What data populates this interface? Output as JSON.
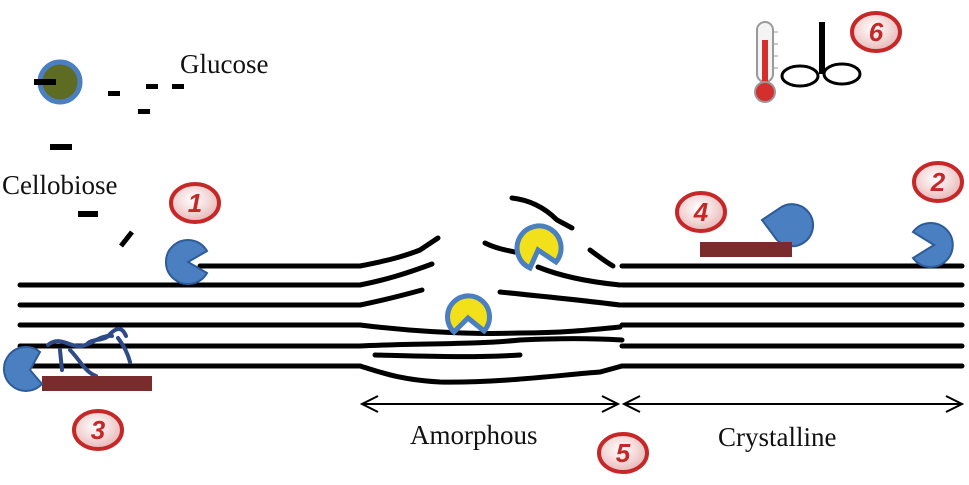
{
  "labels": {
    "glucose": "Glucose",
    "cellobiose": "Cellobiose",
    "amorphous": "Amorphous",
    "crystalline": "Crystalline"
  },
  "markers": [
    "1",
    "2",
    "3",
    "4",
    "5",
    "6"
  ],
  "colors": {
    "enzyme_blue": "#4a7fc1",
    "enzyme_yellow": "#f2e01a",
    "glucose_green": "#5e6b22",
    "binding_bar": "#7a2b2b",
    "marker_red": "#c62828",
    "fiber": "#000000"
  },
  "icons": {
    "temperature": "thermometer-icon",
    "agitation": "stirrer-icon"
  }
}
